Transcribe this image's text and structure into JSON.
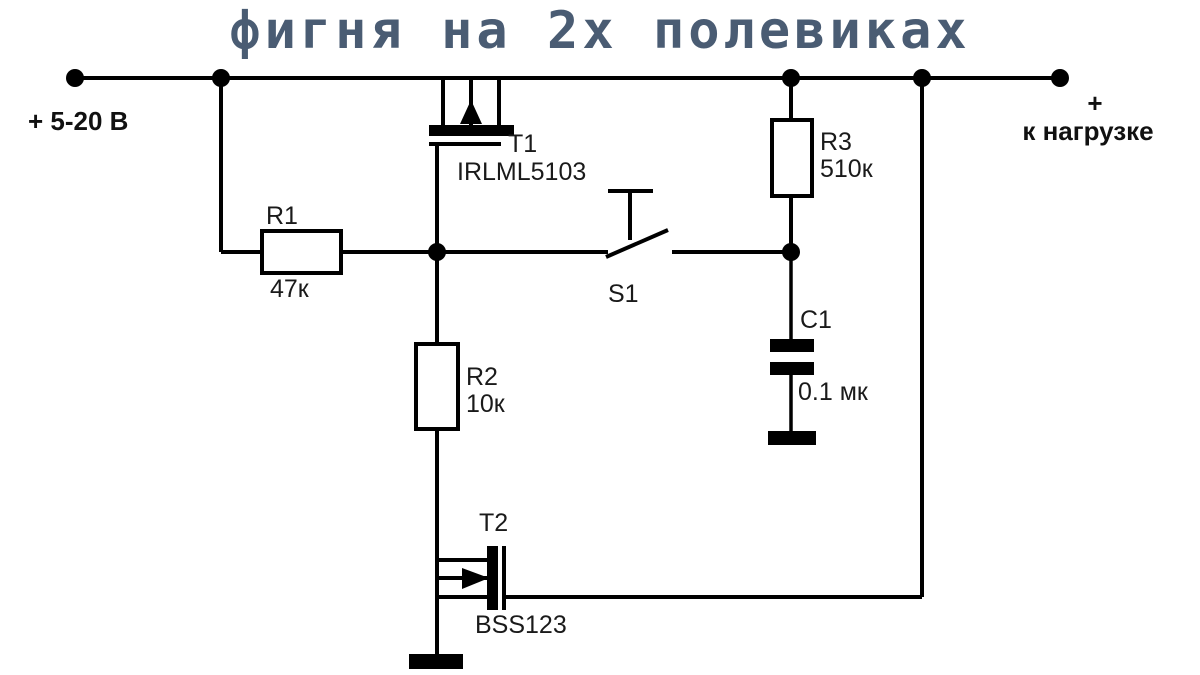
{
  "title": {
    "text": "фигня на 2х полевиках",
    "color": "#4a5c73"
  },
  "colors": {
    "wire": "#000000",
    "background": "#ffffff",
    "text": "#1a1a1a",
    "title": "#4a5c73"
  },
  "terminals": {
    "input": {
      "label": "+ 5-20 В"
    },
    "output": {
      "polarity": "+",
      "label": "к нагрузке"
    }
  },
  "components": {
    "t1": {
      "ref": "T1",
      "part": "IRLML5103",
      "type": "p-channel-mosfet"
    },
    "t2": {
      "ref": "T2",
      "part": "BSS123",
      "type": "n-channel-mosfet"
    },
    "r1": {
      "ref": "R1",
      "value": "47к",
      "type": "resistor"
    },
    "r2": {
      "ref": "R2",
      "value": "10к",
      "type": "resistor"
    },
    "r3": {
      "ref": "R3",
      "value": "510к",
      "type": "resistor"
    },
    "c1": {
      "ref": "C1",
      "value": "0.1 мк",
      "type": "capacitor"
    },
    "s1": {
      "ref": "S1",
      "type": "pushbutton-switch"
    }
  }
}
